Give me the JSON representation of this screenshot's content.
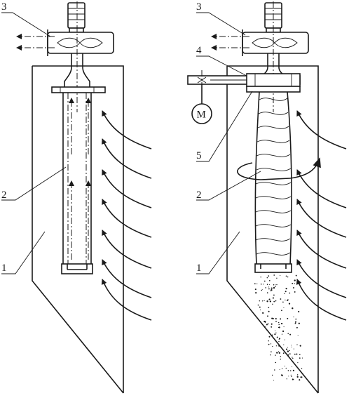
{
  "left_diagram": {
    "labels": [
      "3",
      "2",
      "1"
    ]
  },
  "right_diagram": {
    "labels": [
      "3",
      "4",
      "5",
      "2",
      "1"
    ],
    "motor_symbol": "M"
  }
}
